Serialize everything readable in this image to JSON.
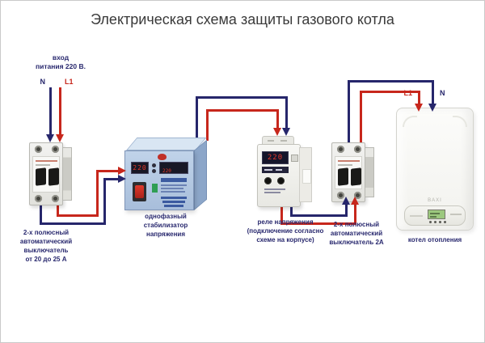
{
  "title": "Электрическая схема защиты газового котла",
  "colors": {
    "phase": "#c7271c",
    "neutral": "#26266b",
    "label": "#28286e"
  },
  "input": {
    "label": "вход\nпитания 220 В.",
    "n": "N",
    "l1": "L1"
  },
  "breaker_main": {
    "label": "2-х полюсный\nавтоматический\nвыключатель\nот 20 до 25 А"
  },
  "stabilizer": {
    "label": "однофазный\nстабилизатор\nнапряжения",
    "display_in": "220",
    "display_out": "220"
  },
  "relay": {
    "label": "реле напряжения\n(подключение согласно\nсхеме на корпусе)",
    "display": "220"
  },
  "breaker_boiler": {
    "label": "2-х полюсный\nавтоматический\nвыключатель 2А"
  },
  "boiler": {
    "label": "котел отопления",
    "brand": "BAXI",
    "l1": "L1",
    "n": "N"
  }
}
